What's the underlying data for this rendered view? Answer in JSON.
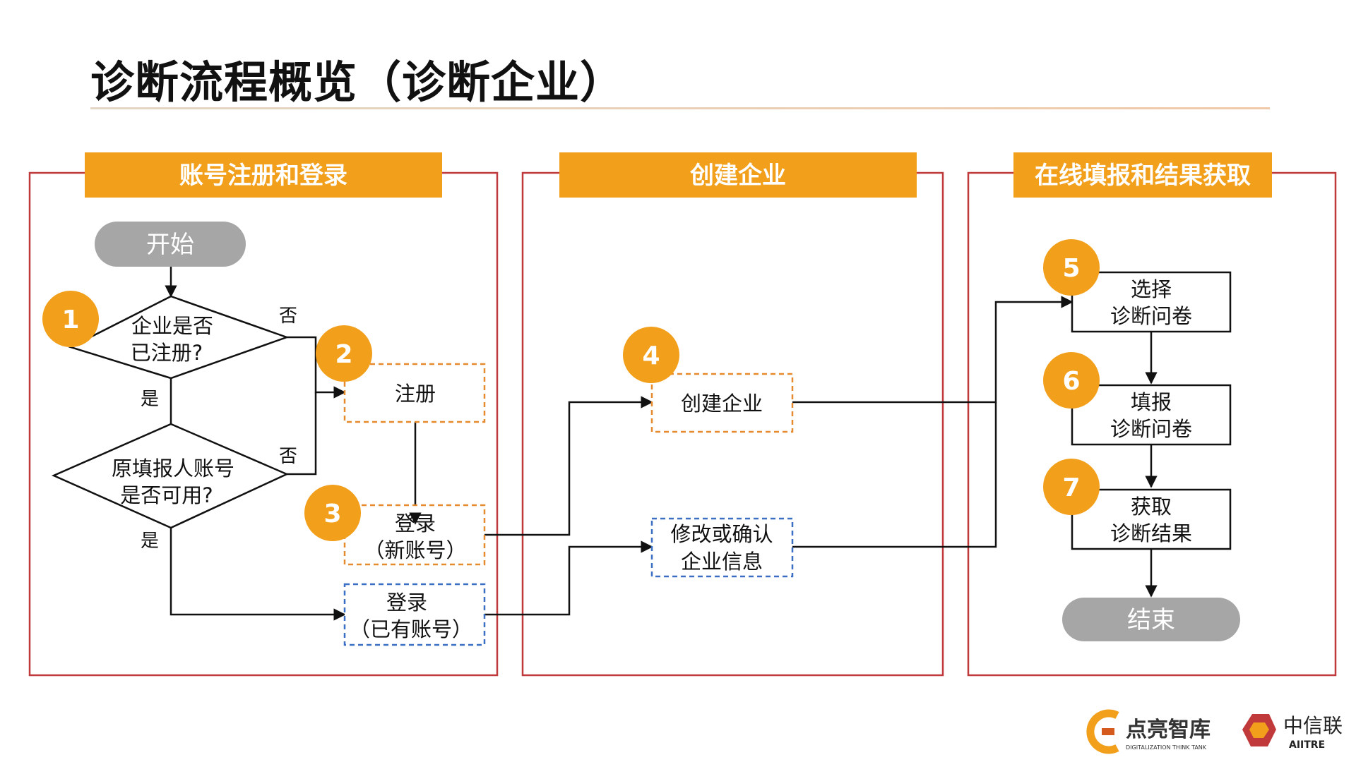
{
  "title": "诊断流程概览（诊断企业）",
  "colors": {
    "accent_orange": "#f2a01c",
    "panel_border": "#c0393b",
    "gray_pill": "#a6a6a6",
    "blue_dash": "#3a6fc4",
    "orange_dash": "#e58a2e"
  },
  "sections": [
    {
      "label": "账号注册和登录"
    },
    {
      "label": "创建企业"
    },
    {
      "label": "在线填报和结果获取"
    }
  ],
  "nodes": {
    "start": "开始",
    "decision1_l1": "企业是否",
    "decision1_l2": "已注册?",
    "decision2_l1": "原填报人账号",
    "decision2_l2": "是否可用?",
    "register": "注册",
    "login_new_l1": "登录",
    "login_new_l2": "（新账号）",
    "login_existing_l1": "登录",
    "login_existing_l2": "（已有账号）",
    "create_enterprise": "创建企业",
    "modify_l1": "修改或确认",
    "modify_l2": "企业信息",
    "select_l1": "选择",
    "select_l2": "诊断问卷",
    "fill_l1": "填报",
    "fill_l2": "诊断问卷",
    "result_l1": "获取",
    "result_l2": "诊断结果",
    "end": "结束"
  },
  "edge_labels": {
    "no1": "否",
    "yes1": "是",
    "no2": "否",
    "yes2": "是"
  },
  "steps": [
    "1",
    "2",
    "3",
    "4",
    "5",
    "6",
    "7"
  ],
  "logos": {
    "brand1_name": "点亮智库",
    "brand1_sub": "DIGITALIZATION THINK TANK",
    "brand2_name": "中信联",
    "brand2_sub": "AIITRE"
  }
}
